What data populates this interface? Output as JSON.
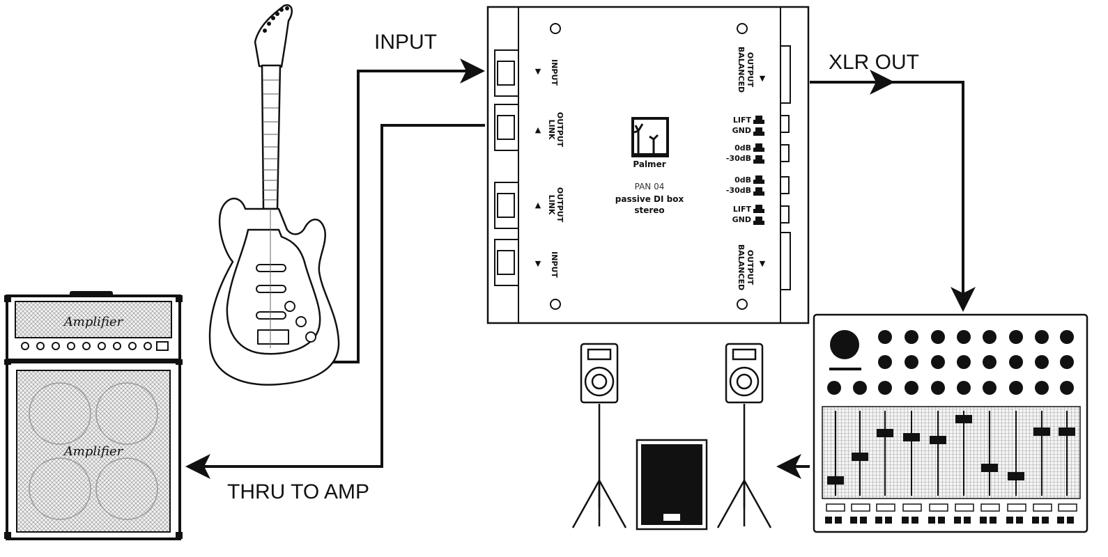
{
  "labels": {
    "input": "INPUT",
    "xlr_out": "XLR OUT",
    "thru_to_amp": "THRU TO AMP"
  },
  "di_box": {
    "brand": "Palmer",
    "model": "PAN 04",
    "description_line1": "passive DI box",
    "description_line2": "stereo",
    "left_ports": [
      {
        "arrow": "▼",
        "text": "INPUT"
      },
      {
        "arrow": "▲",
        "text1": "LINK",
        "text2": "OUTPUT"
      },
      {
        "arrow": "▲",
        "text1": "LINK",
        "text2": "OUTPUT"
      },
      {
        "arrow": "▼",
        "text": "INPUT"
      }
    ],
    "balanced_output_1": "BALANCED",
    "balanced_output_2": "OUTPUT",
    "switches": [
      {
        "line1": "LIFT",
        "line2": "GND"
      },
      {
        "line1": "0dB",
        "line2": "-30dB"
      },
      {
        "line1": "0dB",
        "line2": "-30dB"
      },
      {
        "line1": "LIFT",
        "line2": "GND"
      }
    ]
  },
  "amp": {
    "brand_top": "Amplifier",
    "brand_cab": "Amplifier"
  },
  "colors": {
    "line": "#111111",
    "bg": "#ffffff",
    "grille": "#d8d8d8"
  }
}
